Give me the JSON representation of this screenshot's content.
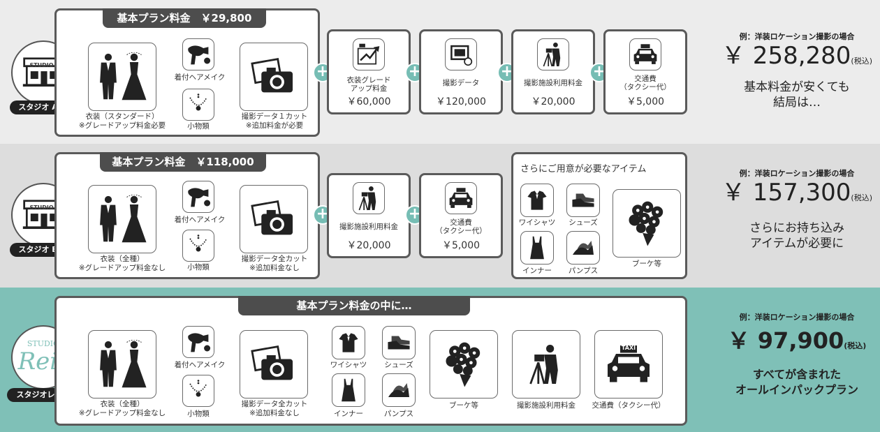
{
  "row1": {
    "studio_label": "STUDIO A",
    "tag": "スタジオ A 店",
    "header": "基本プラン料金　￥29,800",
    "items": {
      "costume": "衣装（スタンダード）",
      "costume_note": "※グレードアップ料金必要",
      "hairmake": "着付ヘアメイク",
      "accessories": "小物類",
      "photo": "撮影データ１カット",
      "photo_note": "※追加料金が必要"
    },
    "extras": [
      {
        "label": "衣装グレード\nアップ料金",
        "price": "￥60,000",
        "icon": "upgrade-icon"
      },
      {
        "label": "撮影データ",
        "price": "￥120,000",
        "icon": "photo-data-icon"
      },
      {
        "label": "撮影施設利用料金",
        "price": "￥20,000",
        "icon": "photographer-icon"
      },
      {
        "label": "交通費\n（タクシー代）",
        "price": "￥5,000",
        "icon": "taxi-icon"
      }
    ],
    "result": {
      "example": "例：洋装ロケーション撮影の場合",
      "price": "￥ 258,280",
      "tax": "(税込)",
      "message": "基本料金が安くても\n結局は…"
    }
  },
  "row2": {
    "studio_label": "STUDIO B",
    "tag": "スタジオ B 店",
    "header": "基本プラン料金　￥118,000",
    "items": {
      "costume": "衣装（全種）",
      "costume_note": "※グレードアップ料金なし",
      "hairmake": "着付ヘアメイク",
      "accessories": "小物類",
      "photo": "撮影データ全カット",
      "photo_note": "※追加料金なし"
    },
    "extras": [
      {
        "label": "撮影施設利用料金",
        "price": "￥20,000",
        "icon": "photographer-icon"
      },
      {
        "label": "交通費\n（タクシー代）",
        "price": "￥5,000",
        "icon": "taxi-icon"
      }
    ],
    "needed": {
      "title": "さらにご用意が必要なアイテム",
      "items": [
        "ワイシャツ",
        "シューズ",
        "インナー",
        "パンプス",
        "ブーケ等"
      ]
    },
    "result": {
      "example": "例：洋装ロケーション撮影の場合",
      "price": "￥ 157,300",
      "tax": "(税込)",
      "message": "さらにお持ち込み\nアイテムが必要に"
    }
  },
  "row3": {
    "logo_top": "STUDIO",
    "logo_main": "Reir",
    "tag": "スタジオレイル",
    "header": "基本プラン料金の中に…",
    "items": {
      "costume": "衣装（全種）",
      "costume_note": "※グレードアップ料金なし",
      "hairmake": "着付ヘアメイク",
      "accessories": "小物類",
      "photo": "撮影データ全カット",
      "photo_note": "※追加料金なし",
      "shirt": "ワイシャツ",
      "shoes": "シューズ",
      "inner": "インナー",
      "pumps": "パンプス",
      "bouquet": "ブーケ等",
      "facility": "撮影施設利用料金",
      "taxi": "交通費（タクシー代）",
      "taxi_sign": "TAXI"
    },
    "result": {
      "example": "例：洋装ロケーション撮影の場合",
      "price": "￥ 97,900",
      "tax": "(税込)",
      "message": "すべてが含まれた\nオールインパックプラン"
    }
  },
  "colors": {
    "teal": "#7fc0b7",
    "dark": "#4d4d4d"
  }
}
